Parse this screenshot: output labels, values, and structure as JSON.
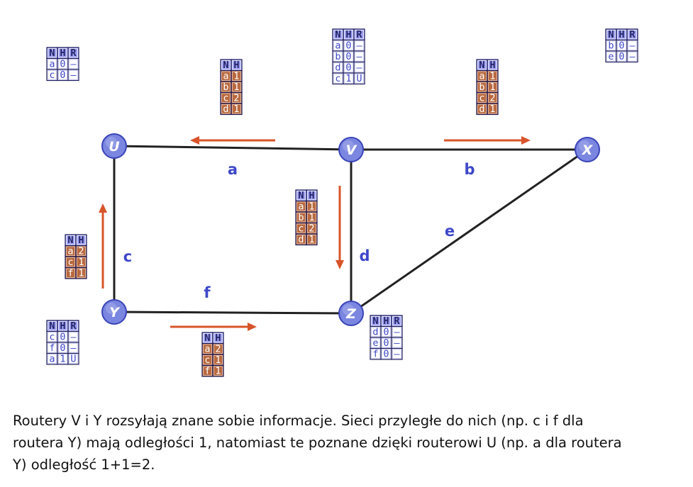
{
  "nodes": [
    {
      "id": "U",
      "label": "U"
    },
    {
      "id": "V",
      "label": "V"
    },
    {
      "id": "X",
      "label": "X"
    },
    {
      "id": "Y",
      "label": "Y"
    },
    {
      "id": "Z",
      "label": "Z"
    }
  ],
  "links": [
    {
      "from": "U",
      "to": "V",
      "label": "a"
    },
    {
      "from": "V",
      "to": "X",
      "label": "b"
    },
    {
      "from": "U",
      "to": "Y",
      "label": "c"
    },
    {
      "from": "V",
      "to": "Z",
      "label": "d"
    },
    {
      "from": "Z",
      "to": "X",
      "label": "e"
    },
    {
      "from": "Y",
      "to": "Z",
      "label": "f"
    }
  ],
  "routing_tables": [
    {
      "node": "U",
      "headers": [
        "N",
        "H",
        "R"
      ],
      "rows": [
        [
          "a",
          "0",
          "–"
        ],
        [
          "c",
          "0",
          "–"
        ]
      ]
    },
    {
      "node": "V",
      "headers": [
        "N",
        "H",
        "R"
      ],
      "rows": [
        [
          "a",
          "0",
          "–"
        ],
        [
          "b",
          "0",
          "–"
        ],
        [
          "d",
          "0",
          "–"
        ],
        [
          "c",
          "1",
          "U"
        ]
      ]
    },
    {
      "node": "X",
      "headers": [
        "N",
        "H",
        "R"
      ],
      "rows": [
        [
          "b",
          "0",
          "–"
        ],
        [
          "e",
          "0",
          "–"
        ]
      ]
    },
    {
      "node": "Y",
      "headers": [
        "N",
        "H",
        "R"
      ],
      "rows": [
        [
          "c",
          "0",
          "–"
        ],
        [
          "f",
          "0",
          "–"
        ],
        [
          "a",
          "1",
          "U"
        ]
      ]
    },
    {
      "node": "Z",
      "headers": [
        "N",
        "H",
        "R"
      ],
      "rows": [
        [
          "d",
          "0",
          "–"
        ],
        [
          "e",
          "0",
          "–"
        ],
        [
          "f",
          "0",
          "–"
        ]
      ]
    }
  ],
  "messages": [
    {
      "from": "V",
      "to": "U",
      "headers": [
        "N",
        "H"
      ],
      "rows": [
        [
          "a",
          "1"
        ],
        [
          "b",
          "1"
        ],
        [
          "c",
          "2"
        ],
        [
          "d",
          "1"
        ]
      ]
    },
    {
      "from": "V",
      "to": "X",
      "headers": [
        "N",
        "H"
      ],
      "rows": [
        [
          "a",
          "1"
        ],
        [
          "b",
          "1"
        ],
        [
          "c",
          "2"
        ],
        [
          "d",
          "1"
        ]
      ]
    },
    {
      "from": "V",
      "to": "Z",
      "headers": [
        "N",
        "H"
      ],
      "rows": [
        [
          "a",
          "1"
        ],
        [
          "b",
          "1"
        ],
        [
          "c",
          "2"
        ],
        [
          "d",
          "1"
        ]
      ]
    },
    {
      "from": "Y",
      "to": "U",
      "headers": [
        "N",
        "H"
      ],
      "rows": [
        [
          "a",
          "2"
        ],
        [
          "c",
          "1"
        ],
        [
          "f",
          "1"
        ]
      ]
    },
    {
      "from": "Y",
      "to": "Z",
      "headers": [
        "N",
        "H"
      ],
      "rows": [
        [
          "a",
          "2"
        ],
        [
          "c",
          "1"
        ],
        [
          "f",
          "1"
        ]
      ]
    }
  ],
  "colors": {
    "node_fill": "#7b86e0",
    "node_stroke": "#3a44b8",
    "node_text": "#ffffff",
    "link": "#222222",
    "link_label": "#3d47c9",
    "arrow": "#d8542a",
    "table_header_bg": "#9ea1f2",
    "table_header_text": "#222266",
    "table_cell_bg": "#ffffff",
    "table_cell_text": "#3d47c9",
    "table_border": "#1a1a5a",
    "msg_header_bg": "#9ea1f2",
    "msg_header_text": "#222266",
    "msg_cell_bg": "#b9693e",
    "msg_cell_text": "#ffffff"
  },
  "caption": {
    "line1": "Routery V i Y rozsyłają znane sobie informacje. Sieci przyległe do nich (np. c i f dla",
    "line2": "routera Y) mają odległości 1, natomiast te poznane dzięki routerowi U (np. a dla routera",
    "line3": "Y) odległość 1+1=2."
  }
}
